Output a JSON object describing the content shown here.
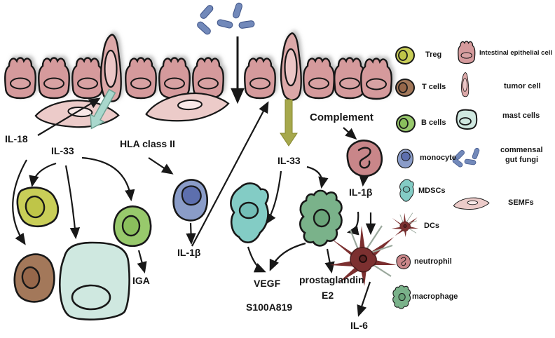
{
  "figure": {
    "type": "biological-pathway-diagram",
    "subject": "Intestinal epithelium, commensal gut fungi and immune cell cytokine signalling",
    "background": "#ffffff"
  },
  "labels": {
    "il18": "IL-18",
    "il33_left": "IL-33",
    "il33_right": "IL-33",
    "hla_class_ii": "HLA class II",
    "il1b_left": "IL-1β",
    "il1b_right": "IL-1β",
    "iga": "IGA",
    "complement": "Complement",
    "vegf": "VEGF",
    "s100a819": "S100A819",
    "prostaglandin_line1": "prostaglandin",
    "prostaglandin_line2": "E2",
    "il6": "IL-6"
  },
  "legend": {
    "column1": [
      {
        "name": "Treg",
        "icon": "treg-cell-icon",
        "color": "#c9ce58"
      },
      {
        "name": "T cells",
        "icon": "t-cell-icon",
        "color": "#a3785a"
      },
      {
        "name": "B cells",
        "icon": "b-cell-icon",
        "color": "#98c96c"
      },
      {
        "name": "monocyte",
        "icon": "monocyte-icon",
        "color": "#7d90c4"
      },
      {
        "name": "MDSCs",
        "icon": "mdsc-icon",
        "color": "#83ccc5"
      },
      {
        "name": "DCs",
        "icon": "dendritic-cell-icon",
        "color": "#7c3030"
      },
      {
        "name": "neutrophil",
        "icon": "neutrophil-icon",
        "color": "#c98689"
      },
      {
        "name": "macrophage",
        "icon": "macrophage-icon",
        "color": "#7ab28a"
      }
    ],
    "column2": [
      {
        "name": "Intestinal epithelial cell",
        "icon": "epithelial-cell-icon",
        "color": "#d59a9c"
      },
      {
        "name": "tumor cell",
        "icon": "tumor-cell-icon",
        "color": "#dca8a8"
      },
      {
        "name": "mast cells",
        "icon": "mast-cell-icon",
        "color": "#cfe8e0"
      },
      {
        "name": "commensal gut fungi",
        "line1": "commensal",
        "line2": "gut fungi",
        "icon": "gut-fungi-icon",
        "color": "#7289ba"
      },
      {
        "name": "SEMFs",
        "icon": "semf-icon",
        "color": "#eccbc9"
      }
    ]
  },
  "relations": [
    {
      "from": "intestinal epithelium",
      "to": "IL-18"
    },
    {
      "from": "IL-18",
      "to": "T cells"
    },
    {
      "from": "IL-33",
      "to": "Treg"
    },
    {
      "from": "IL-33",
      "to": "mast cells"
    },
    {
      "from": "IL-33",
      "to": "B cells"
    },
    {
      "from": "intestinal epithelium",
      "to": "HLA class II"
    },
    {
      "from": "HLA class II",
      "to": "monocyte"
    },
    {
      "from": "monocyte",
      "to": "IL-1β"
    },
    {
      "from": "IL-1β",
      "to": "intestinal epithelium"
    },
    {
      "from": "B cells",
      "to": "IGA"
    },
    {
      "from": "commensal gut fungi",
      "to": "intestinal epithelium"
    },
    {
      "from": "Complement",
      "to": "neutrophil"
    },
    {
      "from": "neutrophil",
      "to": "IL-1β"
    },
    {
      "from": "IL-33",
      "to": "MDSCs"
    },
    {
      "from": "IL-33",
      "to": "macrophage"
    },
    {
      "from": "MDSCs",
      "to": "VEGF / S100A819"
    },
    {
      "from": "macrophage",
      "to": "VEGF / S100A819"
    },
    {
      "from": "macrophage",
      "to": "prostaglandin E2"
    },
    {
      "from": "IL-1β",
      "to": "DCs"
    },
    {
      "from": "DCs",
      "to": "IL-6"
    }
  ],
  "colors": {
    "epithelium": "#d59a9c",
    "tumor_cell": "#dca8a8",
    "semf": "#eccbc9",
    "fungi_rod": "#7289ba",
    "teal_arrow": "#a9d8cd",
    "olive_arrow": "#a6a84c",
    "arrow_black": "#181818",
    "mast_cell": "#cfe8e0"
  }
}
